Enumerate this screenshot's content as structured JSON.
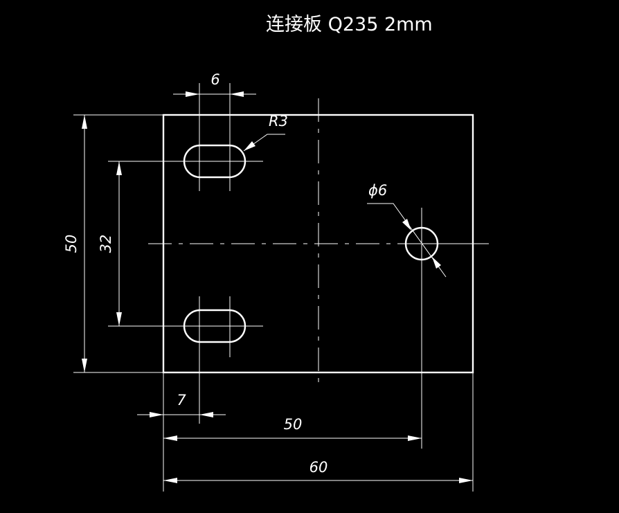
{
  "drawing": {
    "title": "连接板 Q235 2mm",
    "dimensions": {
      "plate_height": "50",
      "slot_spacing": "32",
      "slot_width": "6",
      "slot_radius": "R3",
      "hole_diameter": "ϕ6",
      "slot_offset": "7",
      "hole_offset": "50",
      "plate_width": "60"
    }
  },
  "colors": {
    "background": "#000000",
    "lines": "#ffffff"
  }
}
